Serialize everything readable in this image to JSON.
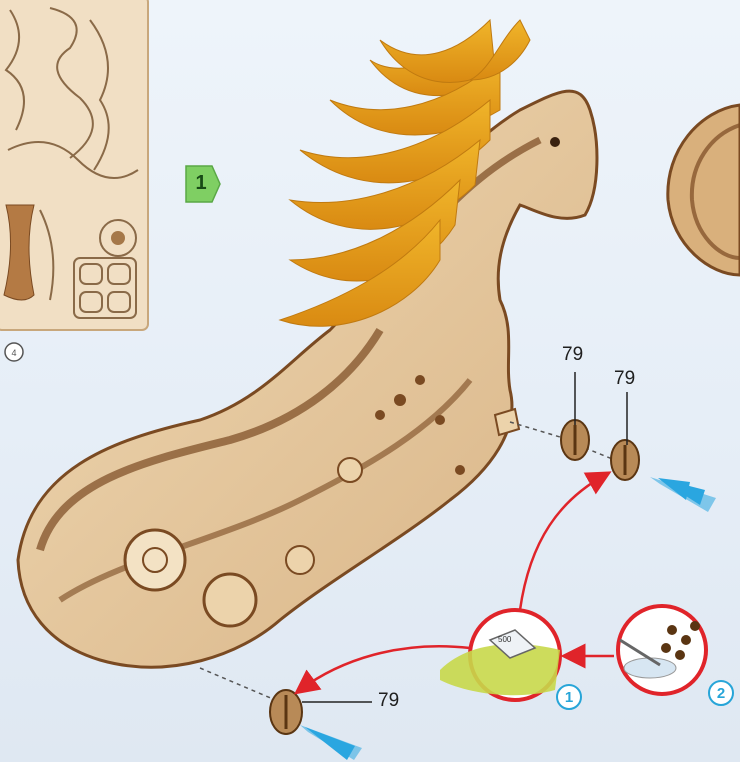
{
  "step": {
    "number": "1"
  },
  "parts": [
    {
      "id": "part-a",
      "label": "79"
    },
    {
      "id": "part-b",
      "label": "79"
    },
    {
      "id": "part-c",
      "label": "79"
    }
  ],
  "sub_steps": [
    {
      "number": "1"
    },
    {
      "number": "2"
    }
  ],
  "sheet": {
    "marker": "4"
  },
  "colors": {
    "background": "#e8eff7",
    "wood_light": "#e7c9a0",
    "wood_dark": "#7a4a22",
    "mane": "#e8a41c",
    "arrow_red": "#e0242a",
    "arrow_blue": "#2aa6e0",
    "step_badge": "#7fcf63"
  }
}
